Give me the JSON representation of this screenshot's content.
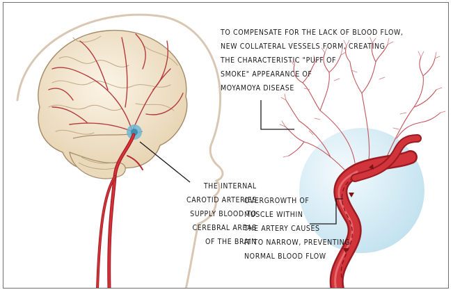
{
  "annotations": {
    "collateral": {
      "lines": [
        "TO COMPENSATE FOR THE LACK OF BLOOD FLOW,",
        "NEW COLLATERAL VESSELS FORM, CREATING",
        "THE CHARACTERISTIC \"PUFF OF",
        "SMOKE\" APPEARANCE OF",
        "MOYAMOYA DISEASE"
      ]
    },
    "carotid": {
      "lines": [
        "THE INTERNAL",
        "CAROTID ARTERIES",
        "SUPPLY BLOOD TO",
        "CEREBRAL AREAS",
        "OF THE BRAIN"
      ]
    },
    "narrowing": {
      "lines": [
        "OVERGROWTH OF",
        "MUSCLE WITHIN",
        "THE ARTERY CAUSES",
        "IT TO NARROW, PREVENTING",
        "NORMAL BLOOD FLOW"
      ]
    }
  },
  "colors": {
    "artery": "#c8282e",
    "artery_dark": "#8f1b20",
    "vessel_fine": "#b84a4a",
    "brain": "#f1e4cc",
    "brain_outline": "#a89070",
    "head_outline": "#d8c6b3",
    "magnifier": "#cfe6f0",
    "highlight": "#5ea9c9"
  }
}
